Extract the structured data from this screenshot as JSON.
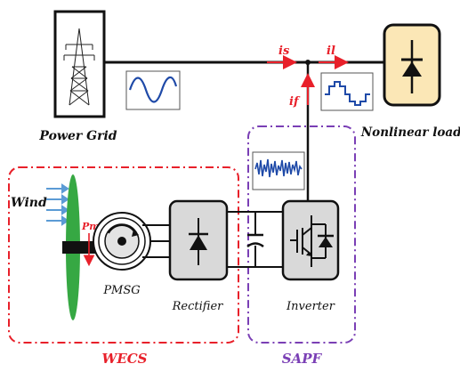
{
  "labels": {
    "power_grid": "Power Grid",
    "nonlinear_loads": "Nonlinear loads",
    "wind": "Wind",
    "pm": "Pm",
    "pmsg": "PMSG",
    "rectifier": "Rectifier",
    "inverter": "Inverter",
    "wecs": "WECS",
    "sapf": "SAPF",
    "is": "is",
    "il": "il",
    "if": "if"
  },
  "colors": {
    "line": "#111111",
    "wecs_border": "#e8202a",
    "sapf_border": "#7a3fb5",
    "arrow_red": "#e8202a",
    "wave_blue": "#1f4aa8",
    "load_fill": "#fbe7b6",
    "block_fill": "#d9d9d9",
    "blade_green": "#36a843",
    "wind_blue": "#5b9bd5"
  }
}
